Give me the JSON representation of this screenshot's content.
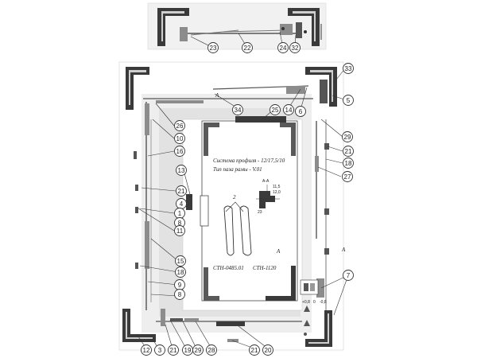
{
  "diagram": {
    "colors": {
      "shade": "#e7e7e7",
      "line": "#333333",
      "dark": "#3a3a3a",
      "mid": "#8c8c8c",
      "light": "#cfcfcf"
    },
    "notes": {
      "system": "Система профиля - 12/17,5/10",
      "groove": "Тип паза рамы - V.01",
      "product_left": "CTH-0485.01",
      "product_right": "CTH-1120",
      "section_a_top": "A",
      "section_a_mid": "A",
      "section_a_right": "A",
      "section_aa": "A-A",
      "dim_11_5": "11,5",
      "dim_12_0": "12,0",
      "dim_23": "23",
      "dim_pos": "+0,8",
      "dim_zero": "0",
      "dim_neg": "-0,8",
      "mark_2": "2"
    },
    "callouts": [
      {
        "id": "c23-top",
        "label": "23"
      },
      {
        "id": "c22-top",
        "label": "22"
      },
      {
        "id": "c24-top",
        "label": "24"
      },
      {
        "id": "c32-top",
        "label": "32"
      },
      {
        "id": "c33",
        "label": "33"
      },
      {
        "id": "c5",
        "label": "5"
      },
      {
        "id": "c34",
        "label": "34"
      },
      {
        "id": "c25",
        "label": "25"
      },
      {
        "id": "c14",
        "label": "14"
      },
      {
        "id": "c6",
        "label": "6"
      },
      {
        "id": "c26",
        "label": "26"
      },
      {
        "id": "c10",
        "label": "10"
      },
      {
        "id": "c16",
        "label": "16"
      },
      {
        "id": "c29",
        "label": "29"
      },
      {
        "id": "c21-r",
        "label": "21"
      },
      {
        "id": "c18-r",
        "label": "18"
      },
      {
        "id": "c27",
        "label": "27"
      },
      {
        "id": "c13",
        "label": "13"
      },
      {
        "id": "c21-l",
        "label": "21"
      },
      {
        "id": "c4",
        "label": "4"
      },
      {
        "id": "c1",
        "label": "1"
      },
      {
        "id": "c8-a",
        "label": "8"
      },
      {
        "id": "c11",
        "label": "11"
      },
      {
        "id": "c15",
        "label": "15"
      },
      {
        "id": "c18-l",
        "label": "18"
      },
      {
        "id": "c9",
        "label": "9"
      },
      {
        "id": "c8-b",
        "label": "8"
      },
      {
        "id": "c7",
        "label": "7"
      },
      {
        "id": "c12",
        "label": "12"
      },
      {
        "id": "c3",
        "label": "3"
      },
      {
        "id": "c21-b1",
        "label": "21"
      },
      {
        "id": "c19",
        "label": "19"
      },
      {
        "id": "c29-b",
        "label": "29"
      },
      {
        "id": "c28",
        "label": "28"
      },
      {
        "id": "c21-b2",
        "label": "21"
      },
      {
        "id": "c20",
        "label": "20"
      }
    ]
  }
}
